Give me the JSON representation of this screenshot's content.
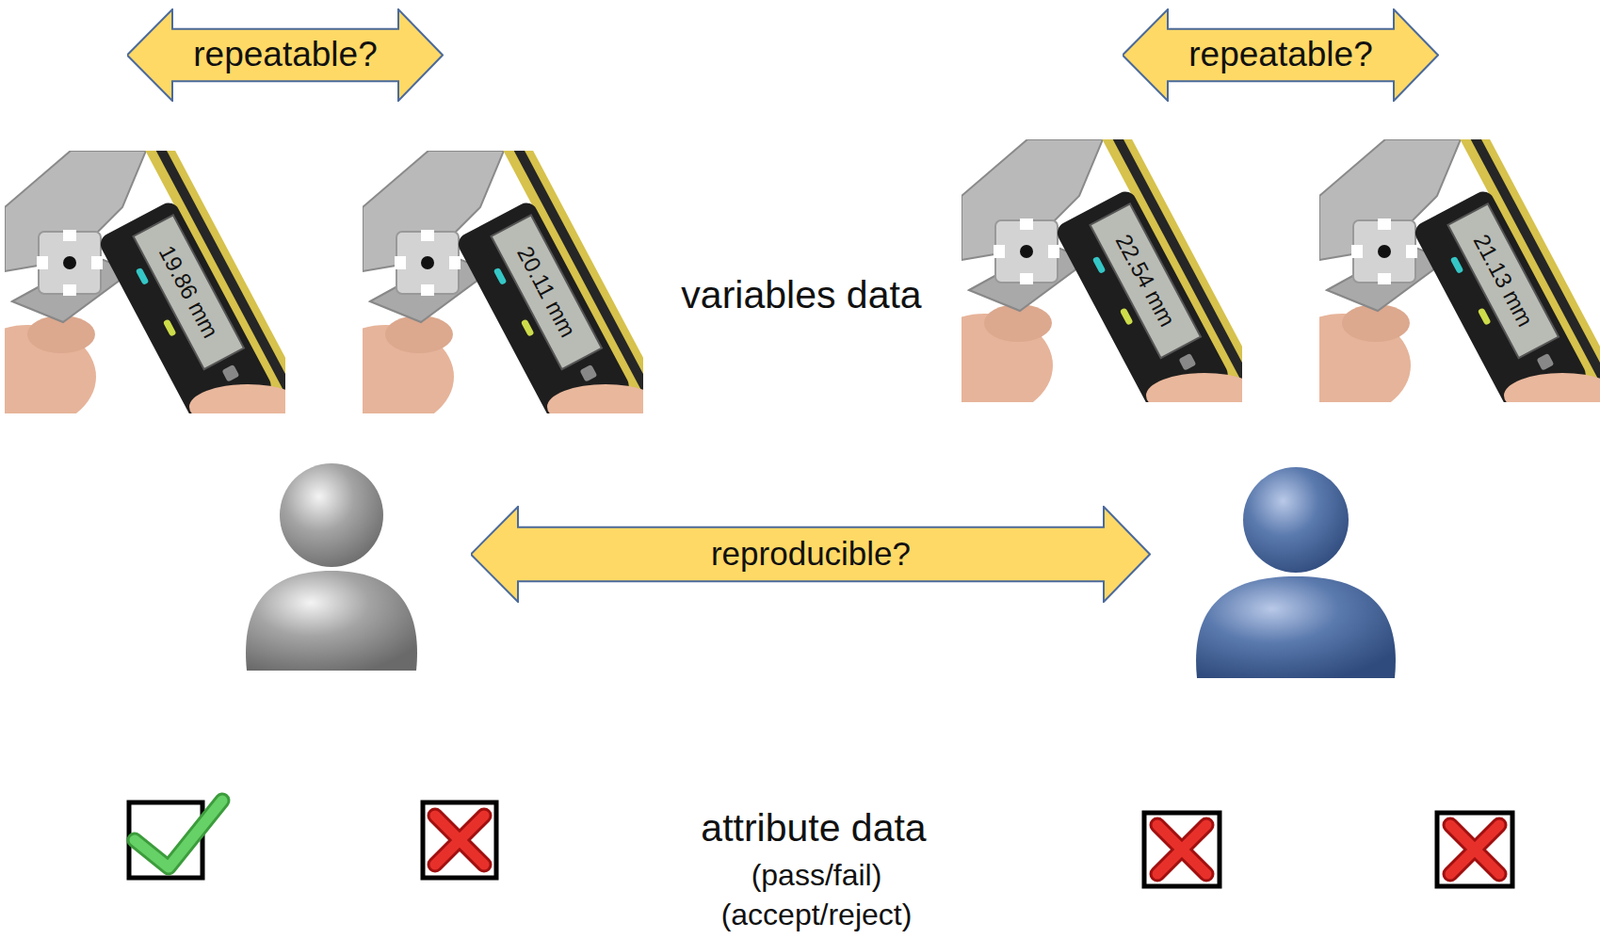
{
  "diagram": {
    "nodes": [
      {
        "text": [
          "repeatable?"
        ]
      },
      {
        "text": [
          "repeatable?"
        ]
      },
      {
        "text": [
          "reproducible?"
        ]
      }
    ],
    "labels": [
      "19.86 mm",
      "20.11 mm",
      "22.54 mm",
      "21.13 mm",
      "variables data",
      "attribute data",
      "(pass/fail)",
      "(accept/reject)"
    ]
  }
}
